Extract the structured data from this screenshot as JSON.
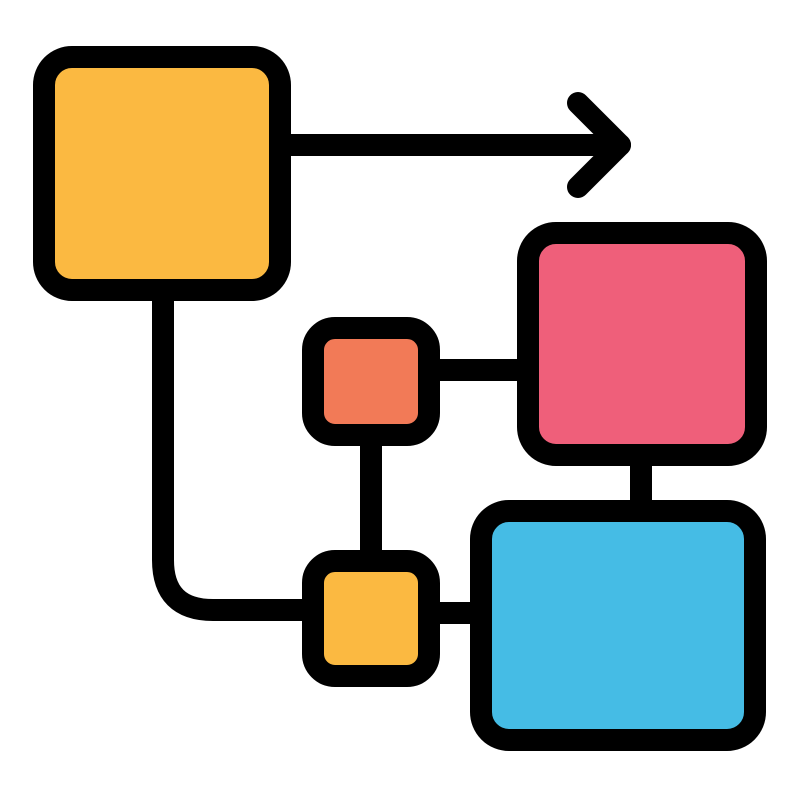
{
  "icon": "workflow-diagram-icon",
  "colors": {
    "background": "#ffffff",
    "outline": "#000000",
    "node_source": "#FBB941",
    "node_connector": "#F27A57",
    "node_junction": "#FBB941",
    "node_target_red": "#EF5F7A",
    "node_target_blue": "#45BCE5"
  },
  "nodes": [
    {
      "id": "source",
      "color_key": "node_source"
    },
    {
      "id": "connector",
      "color_key": "node_connector"
    },
    {
      "id": "junction",
      "color_key": "node_junction"
    },
    {
      "id": "target-red",
      "color_key": "node_target_red"
    },
    {
      "id": "target-blue",
      "color_key": "node_target_blue"
    }
  ],
  "edges": [
    {
      "from": "source",
      "to": "outgoing-arrow"
    },
    {
      "from": "source",
      "to": "junction"
    },
    {
      "from": "connector",
      "to": "target-red"
    },
    {
      "from": "connector",
      "to": "junction"
    },
    {
      "from": "junction",
      "to": "target-blue"
    },
    {
      "from": "target-red",
      "to": "target-blue"
    }
  ]
}
